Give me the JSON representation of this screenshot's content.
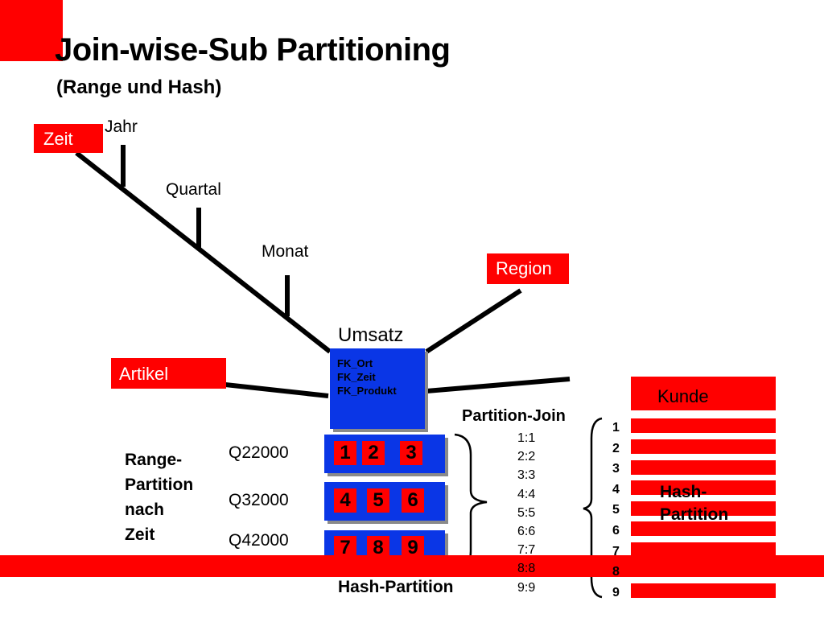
{
  "title": "Join-wise-Sub Partitioning",
  "subtitle": "(Range und Hash)",
  "dimensions": {
    "zeit": "Zeit",
    "region": "Region",
    "artikel": "Artikel",
    "kunde": "Kunde"
  },
  "hierarchy": {
    "jahr": "Jahr",
    "quartal": "Quartal",
    "monat": "Monat"
  },
  "fact": {
    "name": "Umsatz",
    "keys": [
      "FK_Ort",
      "FK_Zeit",
      "FK_Produkt"
    ]
  },
  "range_label": [
    "Range-",
    "Partition",
    "nach",
    "Zeit"
  ],
  "ranges": [
    "Q22000",
    "Q32000",
    "Q42000"
  ],
  "partitions": [
    [
      "1",
      "2",
      "3"
    ],
    [
      "4",
      "5",
      "6"
    ],
    [
      "7",
      "8",
      "9"
    ]
  ],
  "hash_partition_bottom": "Hash-Partition",
  "partition_join": {
    "title": "Partition-Join",
    "pairs": [
      "1:1",
      "2:2",
      "3:3",
      "4:4",
      "5:5",
      "6:6",
      "7:7",
      "8:8",
      "9:9"
    ]
  },
  "kunde_numbers": [
    "1",
    "2",
    "3",
    "4",
    "5",
    "6",
    "7",
    "8",
    "9"
  ],
  "kunde_hash_label": [
    "Hash-",
    "Partition"
  ],
  "colors": {
    "red": "#ff0000",
    "blue": "#0a36e6",
    "shadow": "#8a8a8a"
  }
}
